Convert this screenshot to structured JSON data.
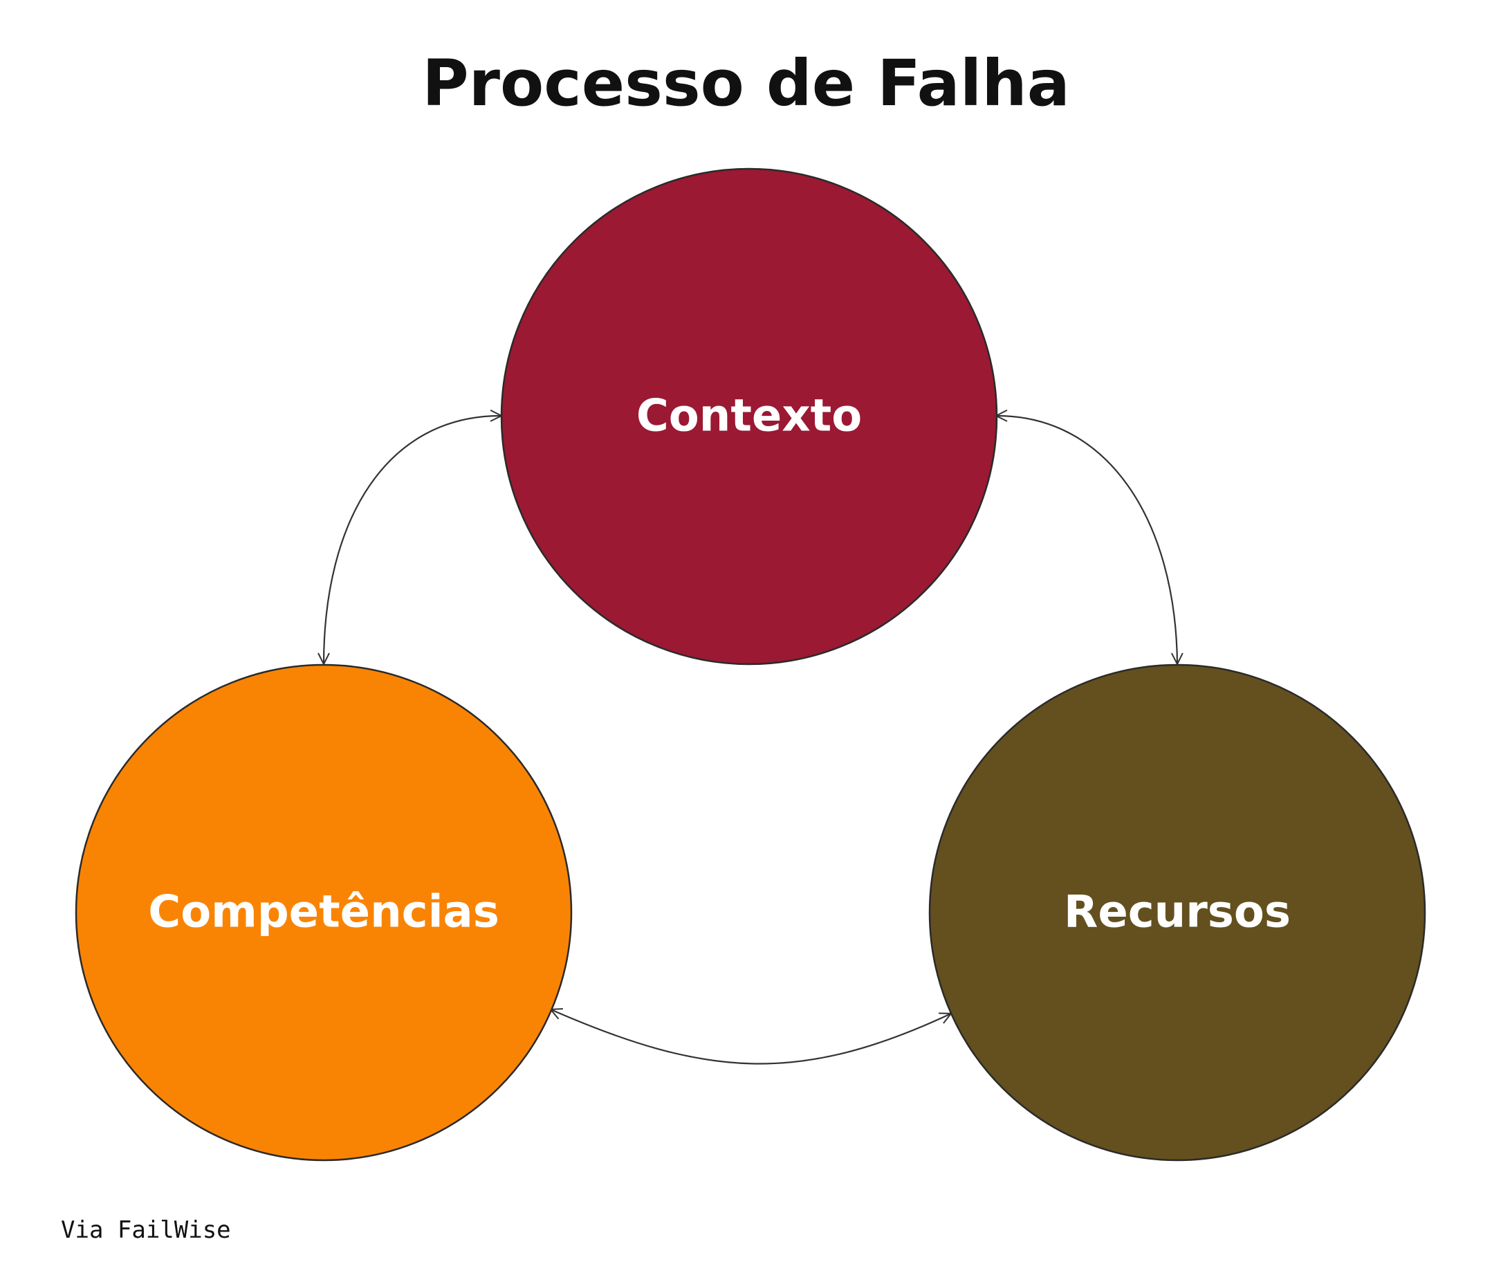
{
  "title": "Processo de Falha",
  "credit": "Via FailWise",
  "nodes": {
    "contexto": {
      "label": "Contexto",
      "color": "#9b1932"
    },
    "competencias": {
      "label": "Competências",
      "color": "#f98404"
    },
    "recursos": {
      "label": "Recursos",
      "color": "#63501e"
    }
  },
  "connections": [
    {
      "from": "Competências",
      "to": "Contexto",
      "bidirectional": true
    },
    {
      "from": "Contexto",
      "to": "Recursos",
      "bidirectional": true
    },
    {
      "from": "Competências",
      "to": "Recursos",
      "bidirectional": true
    }
  ]
}
